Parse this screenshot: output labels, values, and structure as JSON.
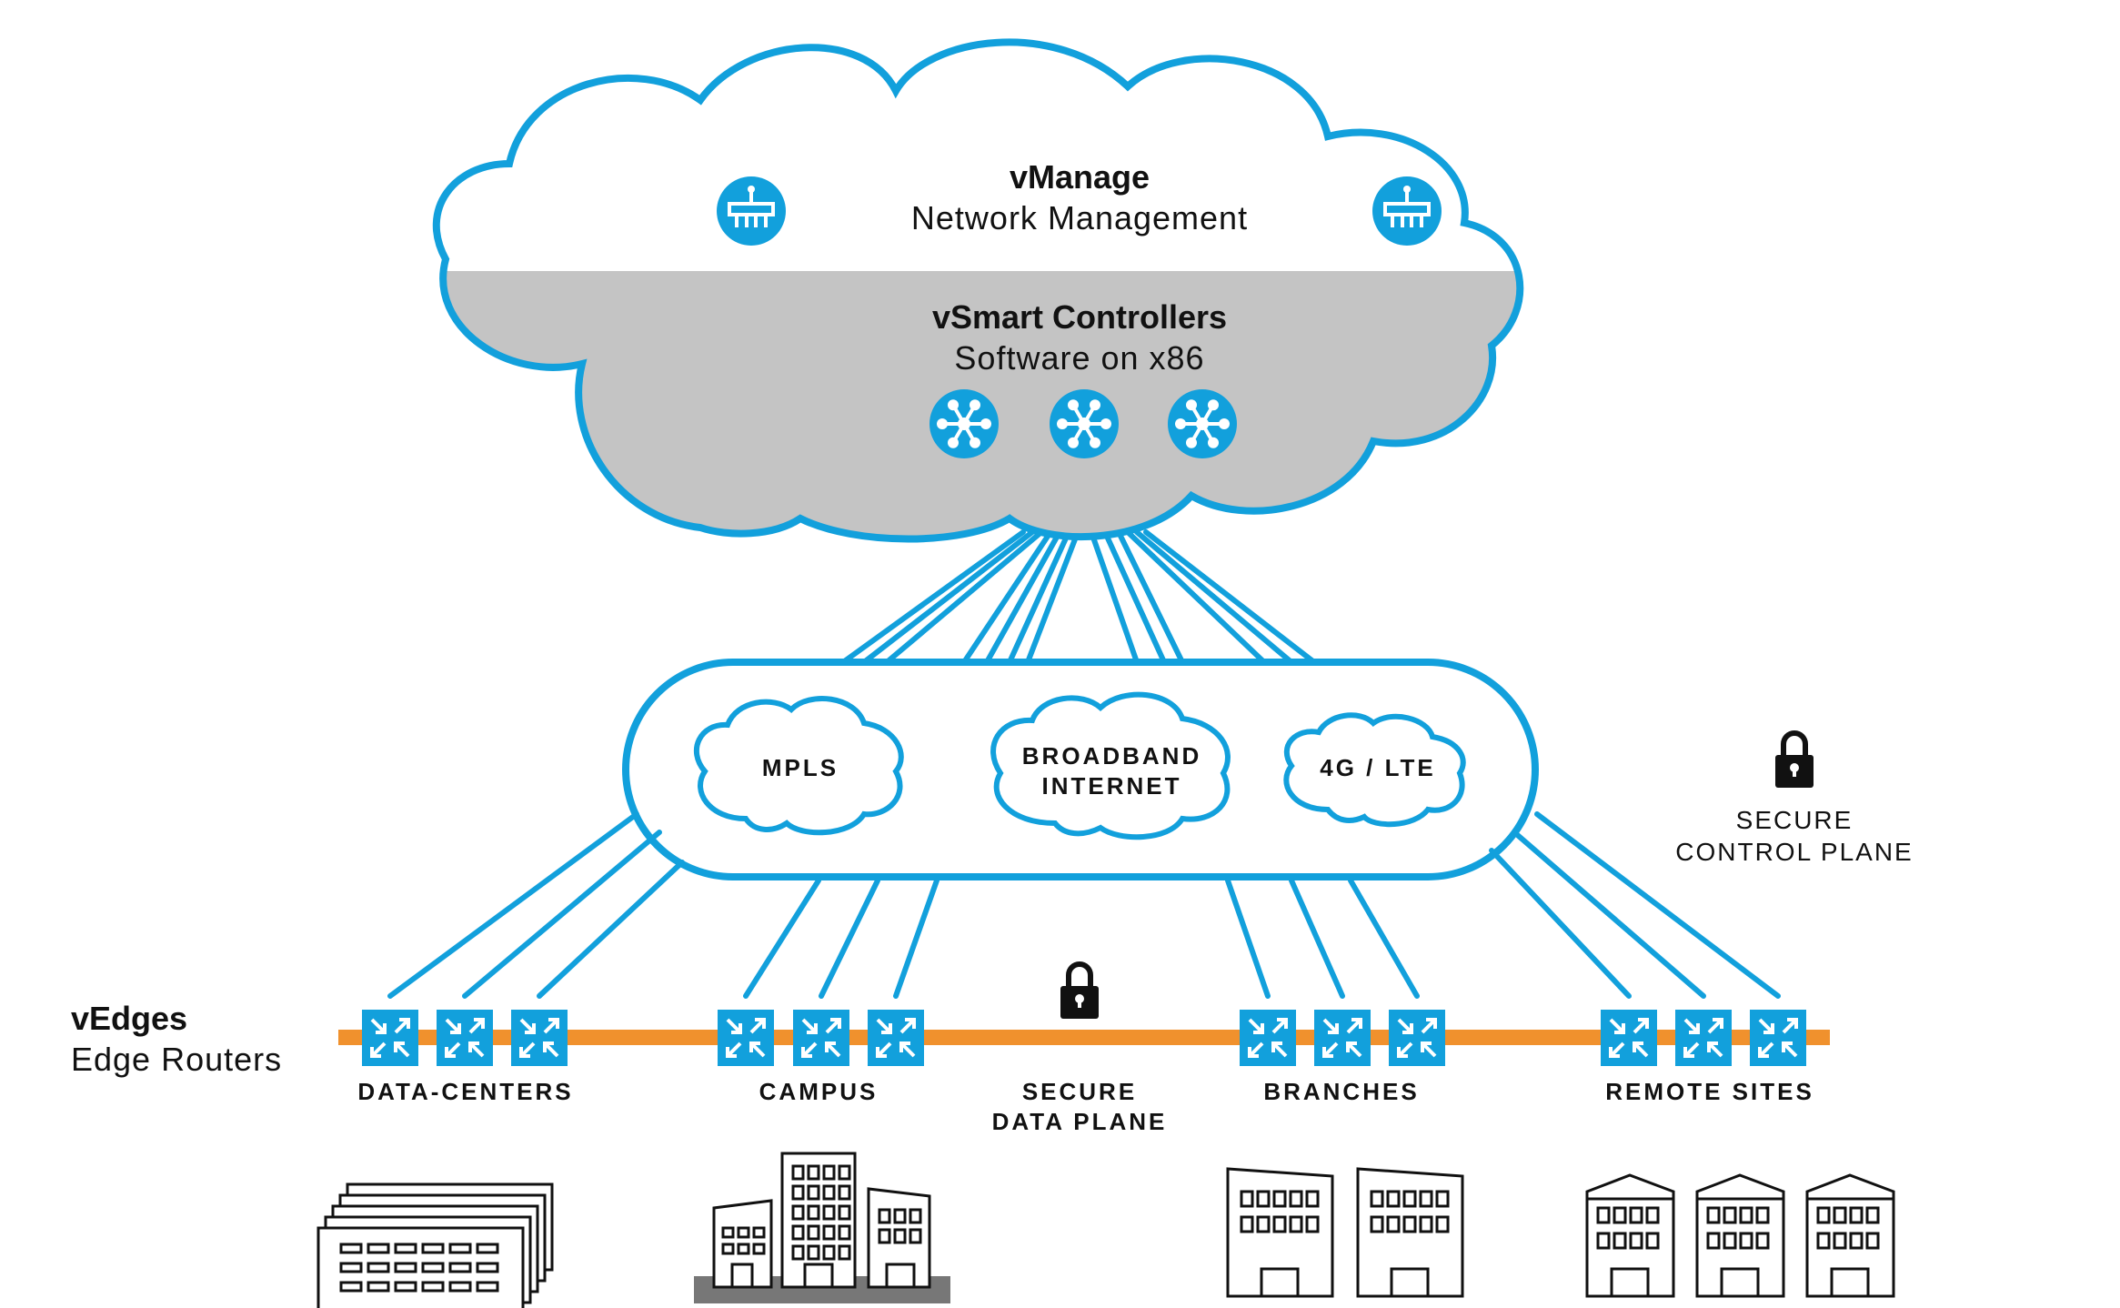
{
  "colors": {
    "accent": "#12a0dc",
    "data_plane": "#f0912d",
    "controller_band": "#c4c4c4",
    "ink": "#111111"
  },
  "vmanage": {
    "title": "vManage",
    "subtitle": "Network Management",
    "icon": "network-management-icon"
  },
  "vsmart": {
    "title": "vSmart Controllers",
    "subtitle": "Software on x86",
    "icon": "hub-icon"
  },
  "transports": {
    "mpls": "MPLS",
    "broadband_line1": "BROADBAND",
    "broadband_line2": "INTERNET",
    "lte": "4G / LTE"
  },
  "control_plane": {
    "line1": "SECURE",
    "line2": "CONTROL PLANE",
    "icon": "lock-icon"
  },
  "data_plane": {
    "line1": "SECURE",
    "line2": "DATA PLANE",
    "icon": "lock-icon"
  },
  "vedges": {
    "title": "vEdges",
    "subtitle": "Edge Routers",
    "icon": "router-icon"
  },
  "sites": {
    "data_centers": "DATA-CENTERS",
    "campus": "CAMPUS",
    "branches": "BRANCHES",
    "remote_sites": "REMOTE SITES"
  }
}
